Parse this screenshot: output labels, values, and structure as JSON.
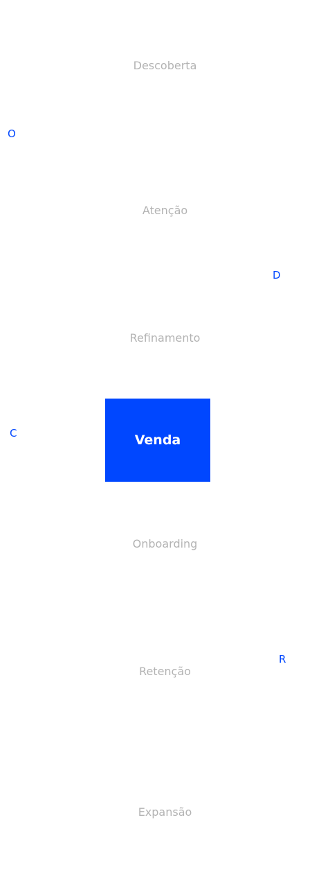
{
  "colors": {
    "accent": "#0047ff",
    "muted_text": "#b3b3b3",
    "background": "#ffffff"
  },
  "stages": {
    "descoberta": "Descoberta",
    "atencao": "Atenção",
    "refinamento": "Refinamento",
    "venda": "Venda",
    "onboarding": "Onboarding",
    "retencao": "Retenção",
    "expansao": "Expansão"
  },
  "letters": {
    "o": "O",
    "d": "D",
    "c": "C",
    "r": "R"
  }
}
